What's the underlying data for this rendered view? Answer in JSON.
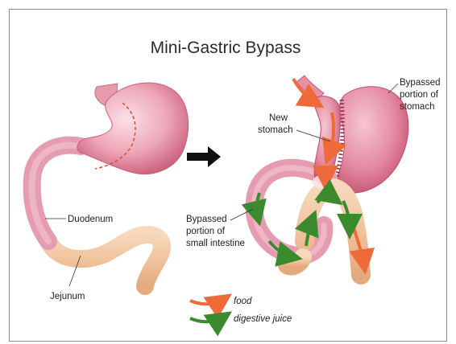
{
  "diagram": {
    "title": "Mini-Gastric Bypass",
    "labels": {
      "duodenum": "Duodenum",
      "jejunum": "Jejunum",
      "new_stomach_1": "New",
      "new_stomach_2": "stomach",
      "bypassed_stomach_1": "Bypassed",
      "bypassed_stomach_2": "portion of",
      "bypassed_stomach_3": "stomach",
      "bypassed_intestine_1": "Bypassed",
      "bypassed_intestine_2": "portion of",
      "bypassed_intestine_3": "small intestine"
    },
    "legend": {
      "food": "food",
      "digestive_juice": "digestive juice"
    },
    "colors": {
      "stomach": "#e07a95",
      "stomach_light": "#f7c9d4",
      "intestine": "#f2c7a2",
      "food_arrow": "#ef6a3a",
      "juice_arrow": "#3c8a2e",
      "border": "#8c8c8c"
    }
  }
}
